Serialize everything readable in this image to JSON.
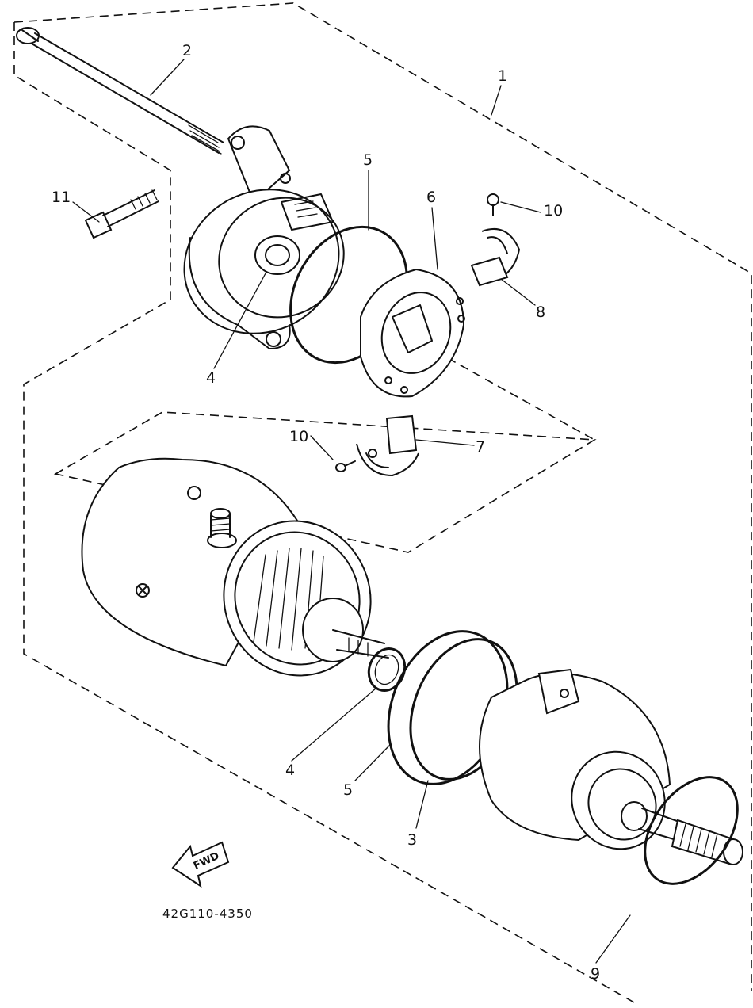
{
  "diagram": {
    "part_number": "42G110-4350",
    "fwd_label": "FWD",
    "callouts": {
      "assembly": "1",
      "long_bolt": "2",
      "o_ring_front": "3",
      "washer_top": "4",
      "washer_bottom": "4",
      "gasket_top": "5",
      "gasket_bottom": "5",
      "brush_plate": "6",
      "brush_set_lower": "7",
      "brush_set_upper": "8",
      "o_ring_shaft": "9",
      "screw_upper": "10",
      "screw_lower": "10",
      "mount_bolt": "11"
    }
  }
}
